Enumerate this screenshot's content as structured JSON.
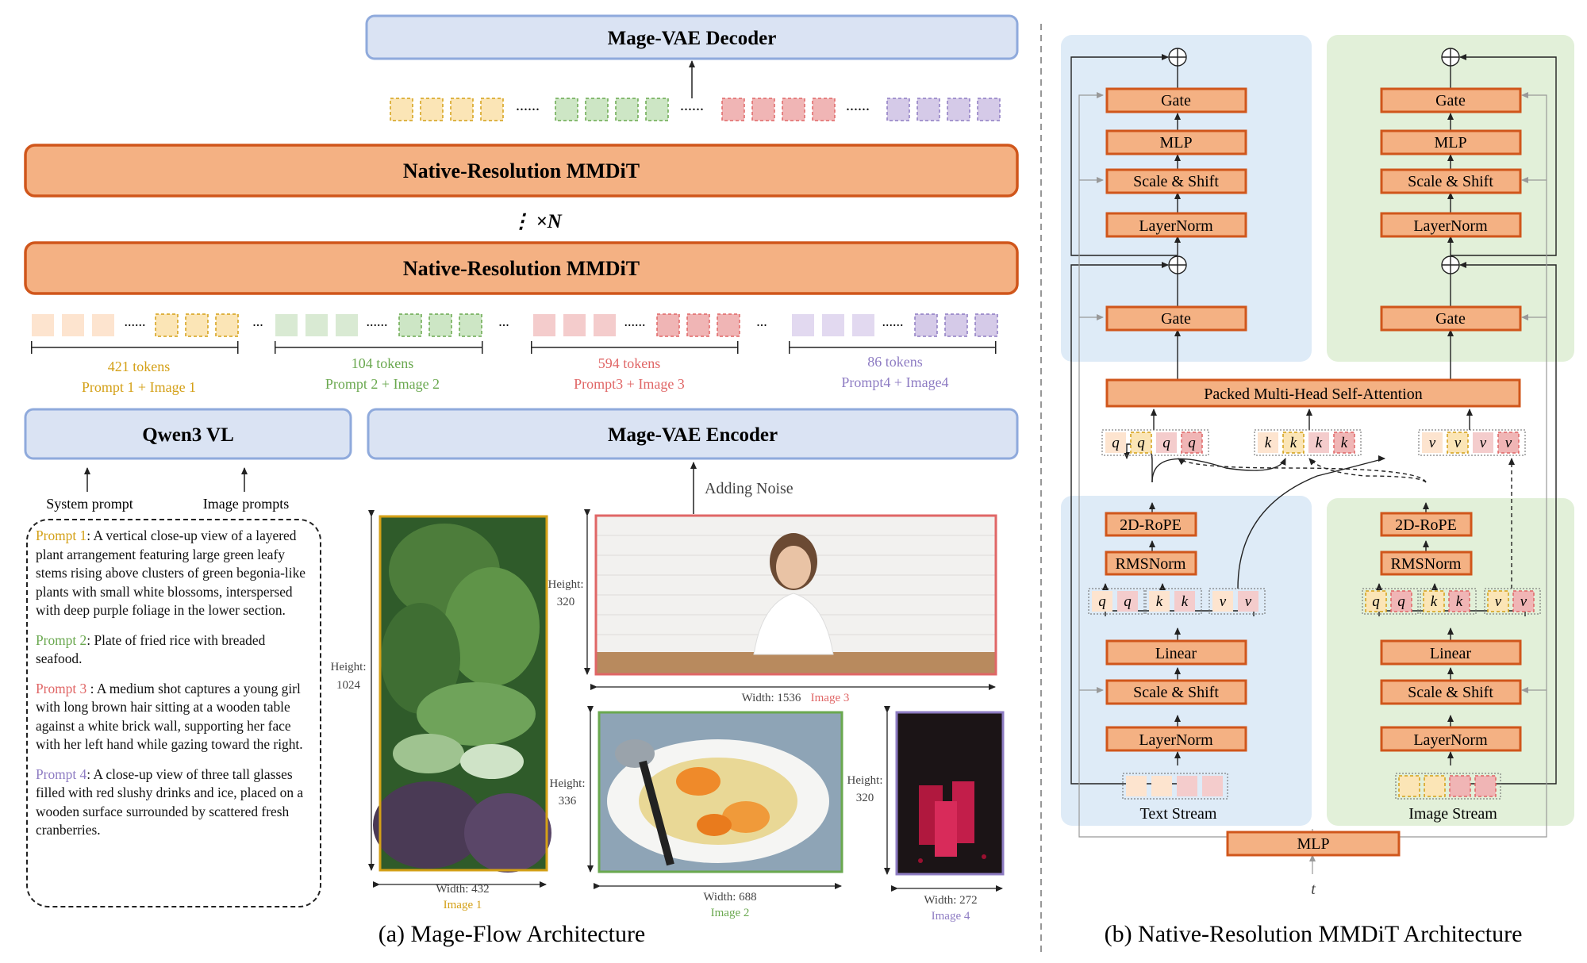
{
  "colors": {
    "orange_fill": "#f4b183",
    "orange_stroke": "#d0561b",
    "blue_fill": "#dae3f3",
    "blue_stroke": "#8faadc",
    "green_panel": "#e2f0d9",
    "blue_panel": "#deebf7",
    "yellow": "#d4a017",
    "green": "#6aa84f",
    "red": "#e06666",
    "purple": "#8e7cc3"
  },
  "left": {
    "decoder": "Mage-VAE Decoder",
    "mmdit_top": "Native-Resolution MMDiT",
    "repeat": "⋮ ×N",
    "mmdit_bottom": "Native-Resolution MMDiT",
    "groups": [
      {
        "tokens": "421 tokens",
        "label": "Prompt 1 + Image 1"
      },
      {
        "tokens": "104 tokens",
        "label": "Prompt 2 + Image 2"
      },
      {
        "tokens": "594 tokens",
        "label": "Prompt3 + Image 3"
      },
      {
        "tokens": "86 tokens",
        "label": "Prompt4 + Image4"
      }
    ],
    "qwen": "Qwen3 VL",
    "encoder": "Mage-VAE Encoder",
    "system_prompt": "System prompt",
    "image_prompts": "Image prompts",
    "adding_noise": "Adding Noise",
    "prompts": [
      {
        "tag": "Prompt 1",
        "text": ": A vertical close-up view of a layered plant arrangement featuring large green leafy stems rising above clusters of green begonia-like plants with small white blossoms, interspersed with deep purple foliage in the lower section."
      },
      {
        "tag": "Prompt 2",
        "text": ": Plate of fried rice with breaded seafood."
      },
      {
        "tag": "Prompt 3",
        "text": " : A medium shot captures a young girl with long brown hair sitting at a wooden table against a white brick wall, supporting her face with her left hand while gazing toward the right."
      },
      {
        "tag": "Prompt 4",
        "text": ": A close-up view of three tall glasses filled with red slushy drinks and ice, placed on a wooden surface surrounded by scattered fresh cranberries."
      }
    ],
    "images": [
      {
        "height": "Height:",
        "height_val": "1024",
        "width": "Width: 432",
        "name": "Image 1"
      },
      {
        "height": "Height:",
        "height_val": "320",
        "width": "Width: 1536",
        "name": "Image 3"
      },
      {
        "height": "Height:",
        "height_val": "336",
        "width": "Width: 688",
        "name": "Image 2"
      },
      {
        "height": "Height:",
        "height_val": "320",
        "width": "Width: 272",
        "name": "Image 4"
      }
    ],
    "caption": "(a) Mage-Flow Architecture",
    "ellipsis": "......",
    "dots": "..."
  },
  "right": {
    "gate": "Gate",
    "mlp": "MLP",
    "scale_shift": "Scale & Shift",
    "layernorm": "LayerNorm",
    "attention": "Packed Multi-Head Self-Attention",
    "rope": "2D-RoPE",
    "rmsnorm": "RMSNorm",
    "linear": "Linear",
    "q": "q",
    "k": "k",
    "v": "v",
    "text_stream": "Text Stream",
    "image_stream": "Image Stream",
    "mlp_bottom": "MLP",
    "t": "t",
    "caption": "(b) Native-Resolution MMDiT Architecture"
  }
}
